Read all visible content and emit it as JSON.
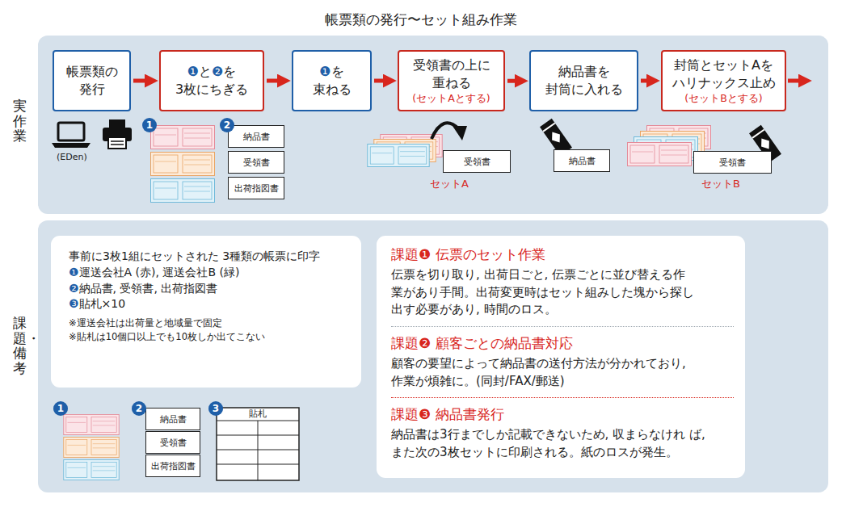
{
  "diagram": {
    "title": "帳票類の発行〜セット組み作業",
    "nodes": [
      {
        "text": [
          "実作業"
        ]
      },
      {
        "text": [
          "帳票類の 発行"
        ],
        "in": 0
      },
      {
        "text": [
          "❶と❷を 3枚にちぎる"
        ],
        "in": 0
      },
      {
        "text": [
          "❶を 束ねる"
        ],
        "in": 0
      },
      {
        "text": [
          "受領書の上に 重ねる",
          "(セットAとする)"
        ],
        "in": 0
      },
      {
        "text": [
          "納品書を 封筒に入れる"
        ],
        "in": 0
      },
      {
        "text": [
          "封筒とセットAを ハリナックス止め",
          "(セットBとする)"
        ],
        "in": 0
      },
      {
        "text": [
          "納品書"
        ],
        "in": 0
      },
      {
        "text": [
          "受領書"
        ],
        "in": 0
      },
      {
        "text": [
          "出荷指図書"
        ],
        "in": 0
      },
      {
        "text": [
          "受領書"
        ],
        "in": 0
      },
      {
        "text": [
          "納品書"
        ],
        "in": 0
      },
      {
        "text": [
          "受領書"
        ],
        "in": 0
      },
      {
        "text": [
          "課題・備考"
        ]
      },
      {
        "text": [
          "事前に3枚1組にセットされた 3種類の帳票に印字",
          "❶運送会社A (赤), 運送会社B (緑)",
          "❷納品書, 受領書, 出荷指図書",
          "❸貼札×10",
          "※運送会社は出荷量と地域量で固定",
          "※貼札は10個口以上でも10枚しか出てこない"
        ],
        "in": 13
      },
      {
        "text": [
          "課題❶ 伝票のセット作業",
          "伝票を切り取り, 出荷日ごと, 伝票ごとに並び替える作 業があり手間。出荷変更時はセット組みした塊から探し 出す必要があり, 時間のロス。",
          "課題❷ 顧客ごとの納品書対応",
          "顧客の要望によって納品書の送付方法が分かれており, 作業が煩雑に。(同封/FAX/郵送)",
          "課題❸ 納品書発行",
          "納品書は3行までしか記載できないため, 収まらなけれ ば, また次の3枚セットに印刷される。紙のロスが発生。"
        ],
        "in": 13
      },
      {
        "text": [
          "納品書"
        ],
        "in": 13
      },
      {
        "text": [
          "受領書"
        ],
        "in": 13
      },
      {
        "text": [
          "出荷指図書"
        ],
        "in": 13
      },
      {
        "text": [
          "貼札"
        ],
        "in": 13
      }
    ],
    "edges": [
      {
        "from": 1,
        "to": 2,
        "arrow": "to"
      },
      {
        "from": 2,
        "to": 3,
        "arrow": "to"
      },
      {
        "from": 3,
        "to": 4,
        "arrow": "to"
      },
      {
        "from": 4,
        "to": 5,
        "arrow": "to"
      },
      {
        "from": 5,
        "to": 6,
        "arrow": "to"
      }
    ],
    "labels": [
      "(EDen)",
      "1",
      "2",
      "セットA",
      "セットB",
      "1",
      "2",
      "3"
    ]
  }
}
